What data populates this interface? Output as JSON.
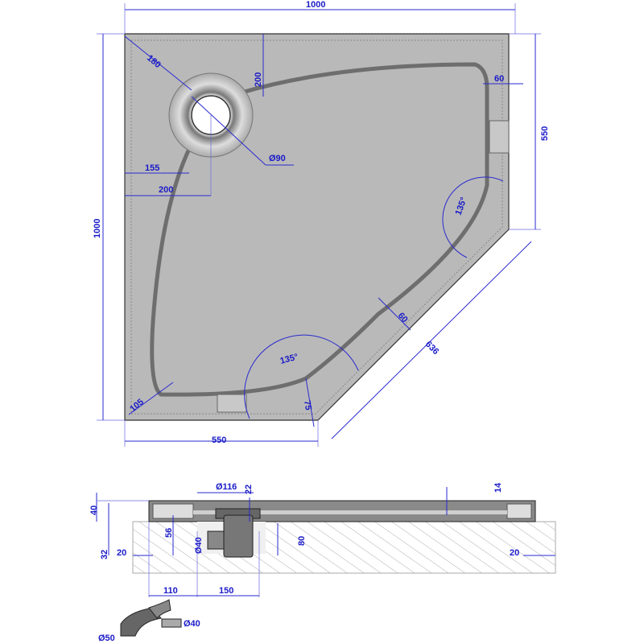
{
  "plan_view": {
    "dimensions": {
      "width_top": "1000",
      "height_left": "1000",
      "right_side": "550",
      "bottom_side": "550",
      "diagonal": "636",
      "drain_corner": "180",
      "drain_from_top": "200",
      "drain_diameter": "Ø90",
      "channel_155": "155",
      "drain_from_left": "200",
      "rim_60_right": "60",
      "rim_60_diag": "60",
      "angle_right": "135°",
      "angle_bottom": "135°",
      "corner_105": "105",
      "bottom_75": "75"
    }
  },
  "section_view": {
    "dimensions": {
      "outlet_diameter": "Ø116",
      "depth_22": "22",
      "depth_14": "14",
      "height_40": "40",
      "height_56": "56",
      "pipe_40": "Ø40",
      "height_80": "80",
      "height_32": "32",
      "left_20": "20",
      "right_20": "20",
      "offset_110": "110",
      "offset_150": "150"
    }
  },
  "fitting": {
    "inlet": "Ø50",
    "outlet": "Ø40"
  },
  "colors": {
    "dimension": "#1a1ac8",
    "tray": "#b9b9b9"
  }
}
